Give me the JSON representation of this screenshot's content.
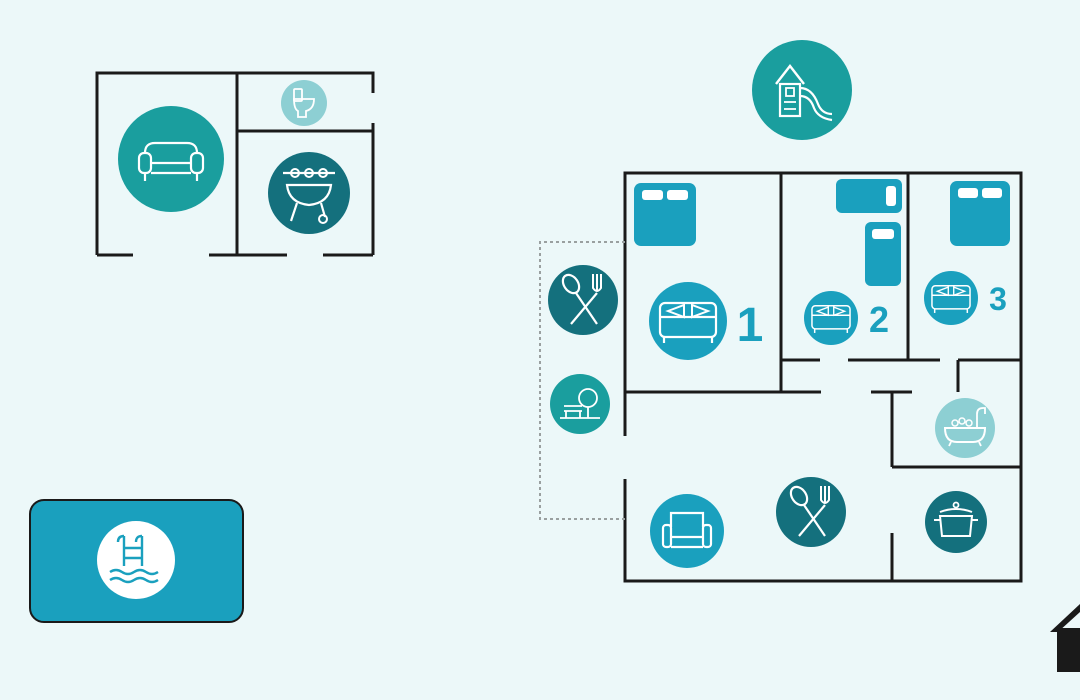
{
  "colors": {
    "background": "#ecf8f9",
    "wall": "#1a1a1a",
    "teal": "#1a9e9e",
    "blue": "#1aa0be",
    "dark_teal": "#14707d",
    "light_teal": "#8dcfd3",
    "pool": "#1aa0be",
    "icon_line": "#ffffff"
  },
  "outbuilding": {
    "rooms": [
      {
        "id": "living",
        "icon": "sofa-icon"
      },
      {
        "id": "toilet",
        "icon": "toilet-icon"
      },
      {
        "id": "barbecue",
        "icon": "barbecue-icon"
      }
    ]
  },
  "playground": {
    "icon": "playhouse-slide-icon"
  },
  "pool": {
    "icon": "pool-ladder-icon"
  },
  "house": {
    "bedrooms": [
      {
        "number": "1",
        "icon": "double-bed-icon"
      },
      {
        "number": "2",
        "icon": "double-bed-icon"
      },
      {
        "number": "3",
        "icon": "double-bed-icon"
      }
    ],
    "terrace": [
      {
        "id": "outdoor-dining",
        "icon": "fork-spoon-icon"
      },
      {
        "id": "garden-bench",
        "icon": "bench-tree-icon"
      }
    ],
    "rooms": [
      {
        "id": "bathroom",
        "icon": "bathtub-icon"
      },
      {
        "id": "lounge",
        "icon": "armchair-icon"
      },
      {
        "id": "dining",
        "icon": "fork-spoon-icon"
      },
      {
        "id": "kitchen",
        "icon": "cooking-pot-icon"
      }
    ]
  },
  "corner_icon": "home-icon"
}
